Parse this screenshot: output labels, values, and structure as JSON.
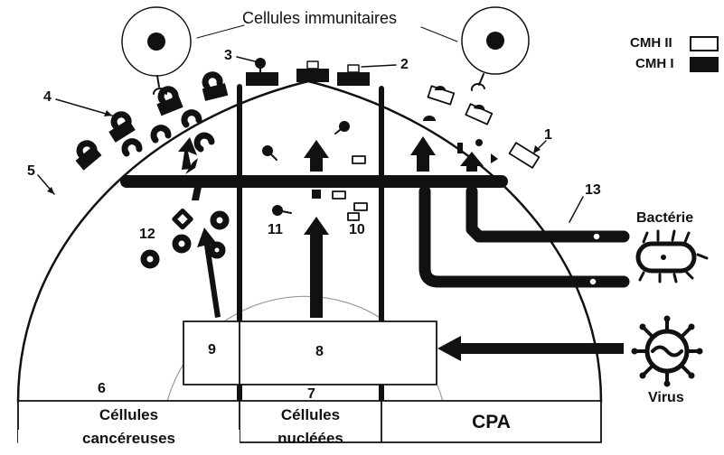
{
  "title": "Cellules immunitaires",
  "legend": {
    "mhc2": "CMH II",
    "mhc1": "CMH I"
  },
  "numbers": [
    "1",
    "2",
    "3",
    "4",
    "5",
    "6",
    "7",
    "8",
    "9",
    "10",
    "11",
    "12",
    "13"
  ],
  "sources": {
    "bacteria": "Bactérie",
    "virus": "Virus"
  },
  "cells": {
    "cancer_line1": "Céllules",
    "cancer_line2": "cancéreuses",
    "nucleated_line1": "Céllules",
    "nucleated_line2": "nucléées",
    "apc": "CPA"
  },
  "colors": {
    "ink": "#111111",
    "background": "#ffffff",
    "faint_line": "#999999"
  }
}
